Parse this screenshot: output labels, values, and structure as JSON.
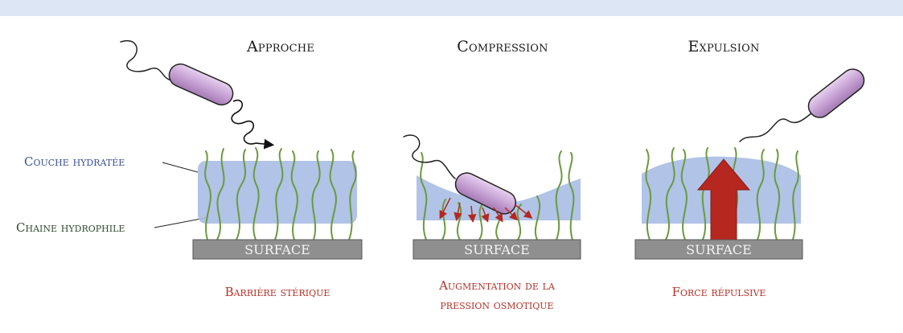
{
  "panels": [
    {
      "title": "Approche",
      "caption_lines": [
        "Barrière stérique"
      ]
    },
    {
      "title": "Compression",
      "caption_lines": [
        "Augmentation de la",
        "pression osmotique"
      ]
    },
    {
      "title": "Expulsion",
      "caption_lines": [
        "Force répulsive"
      ]
    }
  ],
  "labels": {
    "hydrated_layer": "Couche hydratée",
    "hydrophilic_chain": "Chaine hydrophile",
    "surface": "SURFACE"
  },
  "colors": {
    "hydrated_layer": "#a9bde4",
    "chain": "#6b9a3e",
    "surface": "#8f8f8f",
    "arrow": "#b5271f",
    "bacterium": "#c9a3d6",
    "caption": "#b2322a",
    "top_band": "#dde6f5"
  }
}
